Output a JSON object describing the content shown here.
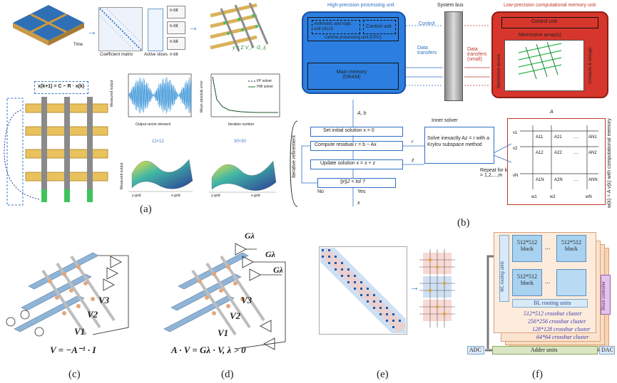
{
  "captions": {
    "a": "(a)",
    "b": "(b)",
    "c": "(c)",
    "d": "(d)",
    "e": "(e)",
    "f": "(f)"
  },
  "panel_a": {
    "coef_label": "Coefficient matrix",
    "slices_label": "Active slices",
    "nbit": "n-bit",
    "time": "Time",
    "formula_top": "y = Σ V_i · G_ij",
    "iter_eq": "x(k+1) = C − R · x(k)",
    "plot1": {
      "xlabel": "Output vector element",
      "ylabel": "Measured output"
    },
    "plot2": {
      "xlabel": "Iteration number",
      "ylabel": "Mean absolute error",
      "legend": [
        "FP solver",
        "HW solver"
      ]
    },
    "surf1": {
      "title": "12×12",
      "zlabel": "Measured output",
      "x": "x-grid",
      "y": "y-grid"
    },
    "surf2": {
      "title": "30×30",
      "x": "x-grid",
      "y": "y-grid"
    }
  },
  "panel_b": {
    "hp_title": "High-precision processing unit",
    "bus_title": "System bus",
    "lp_title": "Low-precision computational memory unit",
    "alu": "Arithmetic and logic unit (ALU)",
    "control_unit": "Control unit",
    "cpu": "Central processing unit (CPU)",
    "main_mem": "Main memory (DRAM)",
    "control": "Control",
    "data_transfers": "Data transfers",
    "data_transfers_small": "Data transfers (small)",
    "lp_control": "Control unit",
    "memristive_arrays": "Memristive array(s)",
    "memristive_device": "Memristive device",
    "compute_storage": "Compute & storage",
    "ab": "A, b",
    "init": "Set initial solution x = 0",
    "residual": "Compute residual r = b − Ax",
    "update": "Update solution x = x + z",
    "check": "||r||2 < tol ?",
    "no": "No",
    "yes": "Yes",
    "x_out": "x",
    "inner_solver": "Inner solver",
    "solve": "Solve inexactly Az = r with a Krylov subspace method",
    "r": "r",
    "z": "z",
    "iterative_refinement": "Iterative refinement",
    "repeat": "Repeat for k = 1,2,...,m",
    "A": "A",
    "w_eq": "w(k) = A v(k) with computational memory"
  },
  "panel_c": {
    "v1": "V1",
    "v2": "V2",
    "v3": "V3",
    "eq": "V = −A⁻¹ · I"
  },
  "panel_d": {
    "g": "Gλ",
    "v1": "V1",
    "v2": "V2",
    "v3": "V3",
    "eq": "A · V = Gλ · V, λ > 0"
  },
  "panel_f": {
    "block": "512*512 block",
    "wl": "WL routing units",
    "bl": "BL routing units",
    "clusters": [
      "512*512 crossbar cluster",
      "256*256 crossbar cluster",
      "128*128 crossbar cluster",
      "64*64 crossbar cluster"
    ],
    "block_ctrl": "Block controller",
    "adc": "ADC",
    "dac": "DAC",
    "adder": "Adder units",
    "ellipsis": "..."
  }
}
